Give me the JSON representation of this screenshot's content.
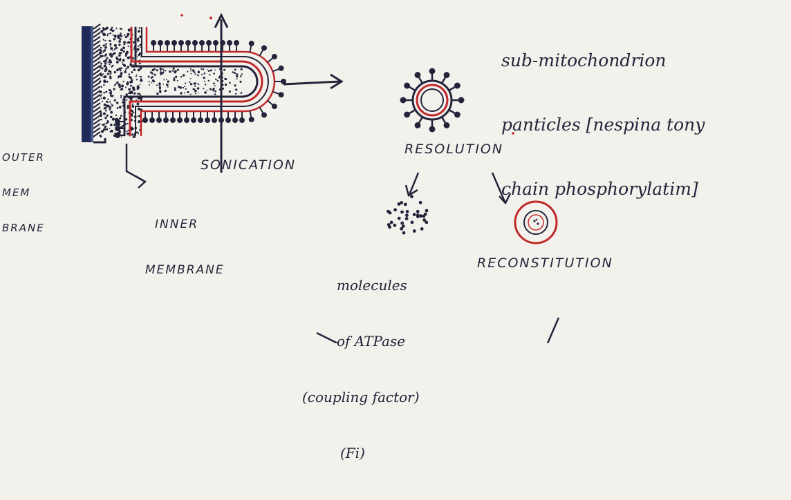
{
  "labels": {
    "outer_membrane": [
      "OUTER",
      "MEM",
      "BRANE"
    ],
    "inner_membrane": [
      "INNER",
      "MEMBRANE"
    ],
    "sonication": "SONICATION",
    "sub_mito_title": [
      "sub-mitochondrion",
      "panticles [nespina tony",
      "chain phosphorylatim]"
    ],
    "resolution": "RESOLUTION",
    "atpase": [
      "molecules",
      "of ATPase",
      "(coupling factor)",
      "(Fi)"
    ],
    "reconstitution": "RECONSTITUTION"
  },
  "colors": {
    "ink": "#23243a",
    "red": "#c0282a",
    "paper": "#f3f1ec",
    "outer_membrane": "#1e2a5a"
  }
}
